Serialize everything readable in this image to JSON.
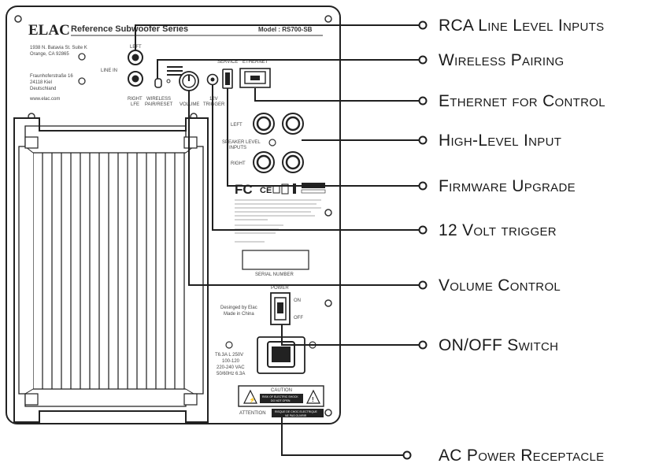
{
  "panel": {
    "brand": "ELAC",
    "series": "Reference Subwoofer Series",
    "model": "Model : RS700-SB",
    "address_us_1": "1938 N. Batavia St. Suite K",
    "address_us_2": "Orange, CA 92865",
    "address_de_1": "Fraunhoferstraße 16",
    "address_de_2": "24118 Kiel",
    "address_de_3": "Deutschland",
    "website": "www.elac.com",
    "label_left": "LEFT",
    "label_line_in": "LINE IN",
    "label_right": "RIGHT",
    "label_lfe": "LFE",
    "label_wireless": "WIRELESS",
    "label_pair_reset": "PAIR/RESET",
    "label_volume": "VOLUME",
    "label_12v": "12V",
    "label_trigger": "TRIGGER",
    "label_service": "SERVICE",
    "label_ethernet": "ETHERNET",
    "label_spk_left": "LEFT",
    "label_spk_right": "RIGHT",
    "label_speaker_level": "SPEAKER LEVEL",
    "label_inputs": "INPUTS",
    "serial_number": "SERIAL NUMBER",
    "power": "POWER",
    "on": "ON",
    "off": "OFF",
    "designed_1": "Desinged by Elac",
    "designed_2": "Made in China",
    "fuse_1": "T6.3A L 250V",
    "fuse_2": "100-120",
    "fuse_3": "220-240 VAC",
    "fuse_4": "50/60Hz 6.3A",
    "caution": "CAUTION",
    "caution_sub_1": "RISK OF ELECTRIC SHOCK",
    "caution_sub_2": "DO NOT OPEN",
    "attention": "ATTENTION",
    "attention_sub_1": "RISQUE DE CHOC ELECTRIQUE",
    "attention_sub_2": "NE PAS OUVRIR"
  },
  "callouts": {
    "rca": "RCA Line Level Inputs",
    "wireless": "Wireless Pairing",
    "ethernet": "Ethernet for Control",
    "highlevel": "High-Level Input",
    "firmware": "Firmware Upgrade",
    "trigger": "12 Volt trigger",
    "volume": "Volume Control",
    "onoff": "ON/OFF Switch",
    "ac": "AC Power Receptacle"
  }
}
